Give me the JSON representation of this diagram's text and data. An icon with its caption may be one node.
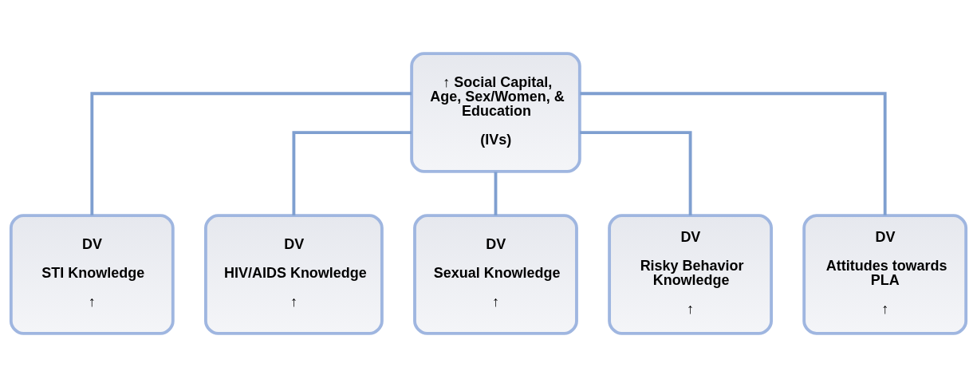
{
  "diagram": {
    "nodes": [
      {
        "text": [
          "↑ Social Capital, Age, Sex/Women, & Education",
          "(IVs)"
        ]
      },
      {
        "text": [
          "DV",
          "STI Knowledge",
          "↑"
        ]
      },
      {
        "text": [
          "DV",
          "HIV/AIDS Knowledge",
          "↑"
        ]
      },
      {
        "text": [
          "DV",
          "Sexual Knowledge",
          "↑"
        ]
      },
      {
        "text": [
          "DV",
          "Risky Behavior Knowledge",
          "↑"
        ]
      },
      {
        "text": [
          "DV",
          "Attitudes towards PLA",
          "↑"
        ]
      }
    ],
    "edges": [
      {
        "from": 0,
        "to": 1,
        "arrow": "none"
      },
      {
        "from": 0,
        "to": 2,
        "arrow": "none"
      },
      {
        "from": 0,
        "to": 3,
        "arrow": "none"
      },
      {
        "from": 0,
        "to": 4,
        "arrow": "none"
      },
      {
        "from": 0,
        "to": 5,
        "arrow": "none"
      }
    ]
  }
}
